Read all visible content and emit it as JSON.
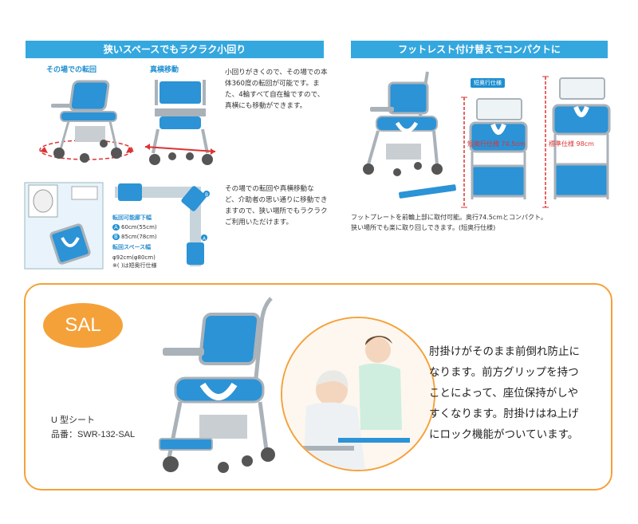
{
  "left_section": {
    "banner": "狭いスペースでもラクラク小回り",
    "caption_spin": "その場での転回",
    "caption_lateral": "真横移動",
    "para_turn": "小回りがきくので、その場での本\n体360度の転回が可能です。ま\nた、4輪すべて自在輪ですので、\n真横にも移動ができます。",
    "para_move": "その場での転回や真横移動な\nど、介助者の思い通りに移動でき\nますので、狭い場所でもラクラク\nご利用いただけます。",
    "diagram_title_width": "転回可能廊下幅",
    "diagram_a_label": "A",
    "diagram_a_value": "60cm(55cm)",
    "diagram_b_label": "B",
    "diagram_b_value": "85cm(78cm)",
    "diagram_title_space": "転回スペース幅",
    "diagram_space_value": "φ92cm(φ80cm)",
    "diagram_note": "※( )は短奥行仕様"
  },
  "right_section": {
    "banner": "フットレスト付け替えでコンパクトに",
    "short_label": "短奥行仕様",
    "short_dim": "短奥行仕様 74.5cm",
    "standard_dim": "標準仕様 98cm",
    "desc": "フットプレートを前輪上部に取付可能。奥行74.5cmとコンパクト。\n狭い場所でも楽に取り回しできます。(短奥行仕様)"
  },
  "sal_section": {
    "badge": "SAL",
    "seat_type": "U 型シート",
    "model_number": "品番：SWR-132-SAL",
    "feature_text": "肘掛けがそのまま前倒れ防止に\nなります。前方グリップを持つ\nことによって、座位保持がしや\nすくなります。肘掛けはね上げ\nにロック機能がついています。"
  },
  "colors": {
    "banner_blue": "#34a7df",
    "seat_blue": "#2b93d6",
    "accent_orange": "#f5a13a",
    "frame_gray": "#b9bec4"
  }
}
